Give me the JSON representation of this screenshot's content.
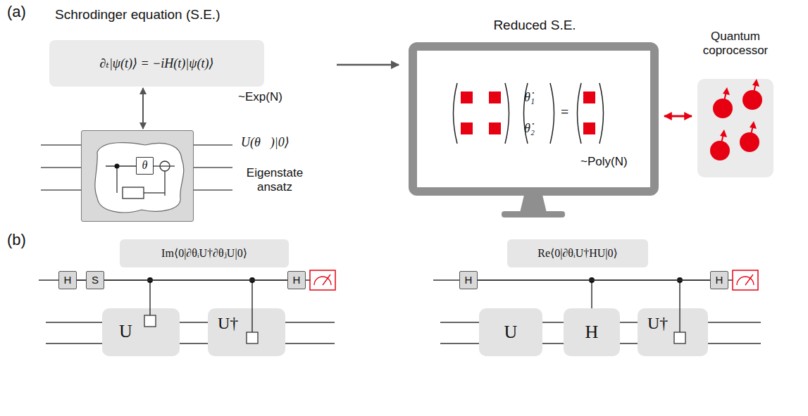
{
  "diagram": {
    "nodes": [
      {
        "text": [
          "∂ₜ|ψ(t)⟩ = −iH(t)|ψ(t)⟩"
        ]
      },
      {
        "text": [
          "U(θ⃗)|0⟩",
          "Eigenstate ansatz"
        ]
      },
      {
        "text": [
          "θ"
        ],
        "in": 1
      },
      {
        "text": [
          "Reduced S.E.",
          "θ̇₁",
          "θ̇₂",
          "=",
          "~Poly(N)"
        ]
      },
      {
        "text": [
          "Quantum coprocessor"
        ]
      },
      {
        "text": [
          "Im⟨0|∂θᵢU†∂θⱼU|0⟩"
        ]
      },
      {
        "text": [
          "H"
        ]
      },
      {
        "text": [
          "S"
        ]
      },
      {
        "text": [
          "U"
        ]
      },
      {
        "text": [
          "U†"
        ]
      },
      {
        "text": [
          "H"
        ]
      },
      {
        "text": [
          "Re⟨0|∂θᵢU†HU|0⟩"
        ]
      },
      {
        "text": [
          "H"
        ]
      },
      {
        "text": [
          "U"
        ]
      },
      {
        "text": [
          "H"
        ]
      },
      {
        "text": [
          "U†"
        ]
      },
      {
        "text": [
          "H"
        ]
      }
    ],
    "edges": [
      {
        "from": 0,
        "to": 1,
        "arrow": "both"
      },
      {
        "from": 3,
        "to": 4,
        "arrow": "both"
      },
      {
        "from": 6,
        "to": 7,
        "arrow": "none"
      },
      {
        "from": 7,
        "to": 10,
        "arrow": "none"
      },
      {
        "from": 12,
        "to": 16,
        "arrow": "none"
      }
    ],
    "labels": [
      "(a)",
      "Schrodinger equation (S.E.)",
      "~Exp(N)",
      "(b)"
    ]
  }
}
